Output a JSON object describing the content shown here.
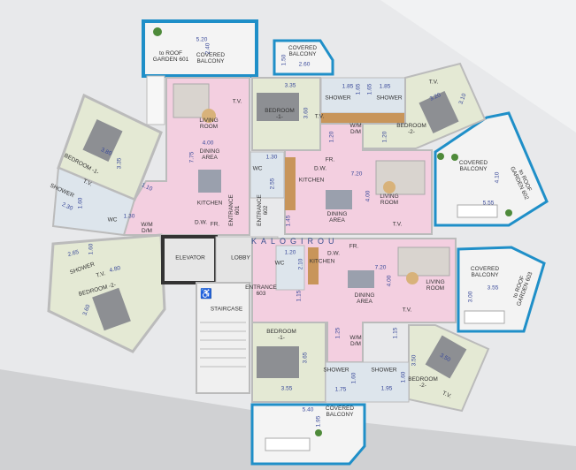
{
  "brand": "KALOGIROU",
  "colors": {
    "living": "#f3cfe0",
    "bedroom": "#e4e9d4",
    "wet_room": "#dde5ec",
    "balcony_glass": "#1f8fc8",
    "wall": "#333333",
    "dimension_text": "#3a4a9a"
  },
  "labels": [
    "to ROOF\nGARDEN 601",
    "COVERED\nBALCONY",
    "COVERED\nBALCONY",
    "LIVING\nROOM",
    "T.V.",
    "DINING\nAREA",
    "KITCHEN",
    "D.W.",
    "FR.",
    "W/M\nD/M",
    "WC",
    "SHOWER",
    "BEDROOM -1-",
    "T.V.",
    "WC",
    "ENTRANCE\n601",
    "ENTRANCE\n602",
    "BEDROOM\n-1-",
    "T.V.",
    "SHOWER",
    "SHOWER",
    "W/M\nD/M",
    "BEDROOM\n-2-",
    "T.V.",
    "KITCHEN",
    "D.W.",
    "FR.",
    "DINING\nAREA",
    "LIVING\nROOM",
    "T.V.",
    "COVERED\nBALCONY",
    "to ROOF\nGARDEN 602",
    "ELEVATOR",
    "LOBBY",
    "STAIRCASE",
    "WC",
    "KITCHEN",
    "D.W.",
    "FR.",
    "ENTRANCE\n603",
    "DINING\nAREA",
    "LIVING\nROOM",
    "T.V.",
    "COVERED\nBALCONY",
    "to ROOF\nGARDEN 603",
    "BEDROOM\n-1-",
    "W/M\nD/M",
    "SHOWER",
    "SHOWER",
    "BEDROOM\n-2-",
    "T.V.",
    "COVERED\nBALCONY",
    "SHOWER",
    "T.V.",
    "BEDROOM -2-"
  ],
  "dimensions": [
    "5.20",
    "2.40",
    "1.50",
    "2.60",
    "3.35",
    "3.60",
    "4.00",
    "7.75",
    "3.80",
    "3.35",
    "1.10",
    "2.30",
    "1.60",
    "1.30",
    "1.30",
    "2.55",
    "1.85",
    "1.65",
    "1.85",
    "1.65",
    "1.20",
    "1.20",
    "3.20",
    "3.10",
    "7.20",
    "4.00",
    "4.10",
    "5.55",
    "1.45",
    "2.65",
    "1.60",
    "4.80",
    "3.60",
    "1.20",
    "2.10",
    "1.15",
    "7.20",
    "4.00",
    "3.55",
    "3.00",
    "1.25",
    "1.15",
    "3.65",
    "3.55",
    "1.75",
    "1.60",
    "1.95",
    "1.60",
    "3.50",
    "3.50",
    "5.40",
    "1.95"
  ],
  "icons": [
    "wheelchair-accessible-icon",
    "plant-icon",
    "bed-icon",
    "sofa-icon",
    "dining-table-icon"
  ]
}
